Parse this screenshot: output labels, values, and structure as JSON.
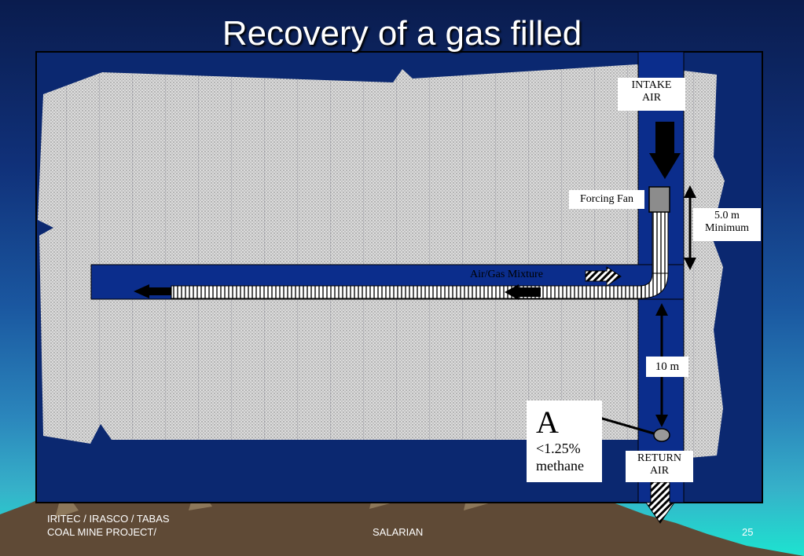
{
  "slide": {
    "title": "Recovery of a gas filled"
  },
  "diagram": {
    "intake_label": [
      "INTAKE",
      "AIR"
    ],
    "forcing_fan_label": "Forcing Fan",
    "min_distance_label": [
      "5.0 m",
      "Minimum"
    ],
    "mixture_label": "Air/Gas Mixture",
    "distance_label": "10 m",
    "point_letter": "A",
    "methane_label": [
      "<1.25%",
      "methane"
    ],
    "return_label": [
      "RETURN",
      "AIR"
    ],
    "colors": {
      "airway": "#0b2d8c",
      "coal": "#dadada",
      "frame": "#000000"
    }
  },
  "footer": {
    "left_line1": "IRITEC / IRASCO / TABAS",
    "left_line2": "COAL MINE PROJECT/",
    "center": "SALARIAN",
    "page_number": "25"
  }
}
